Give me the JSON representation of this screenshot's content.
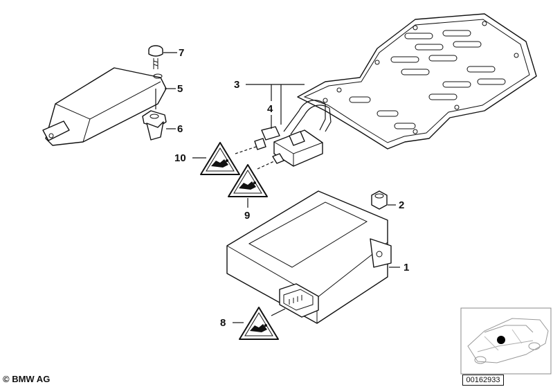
{
  "callouts": {
    "c1": "1",
    "c2": "2",
    "c3": "3",
    "c4": "4",
    "c5": "5",
    "c6": "6",
    "c7": "7",
    "c8": "8",
    "c9": "9",
    "c10": "10"
  },
  "footer": {
    "copyright": "© BMW AG",
    "diagram_id": "00162933"
  },
  "icons": {
    "warning": "warning-triangle-icon",
    "locator": "vehicle-locator-icon"
  },
  "colors": {
    "line": "#111111",
    "background": "#ffffff"
  }
}
